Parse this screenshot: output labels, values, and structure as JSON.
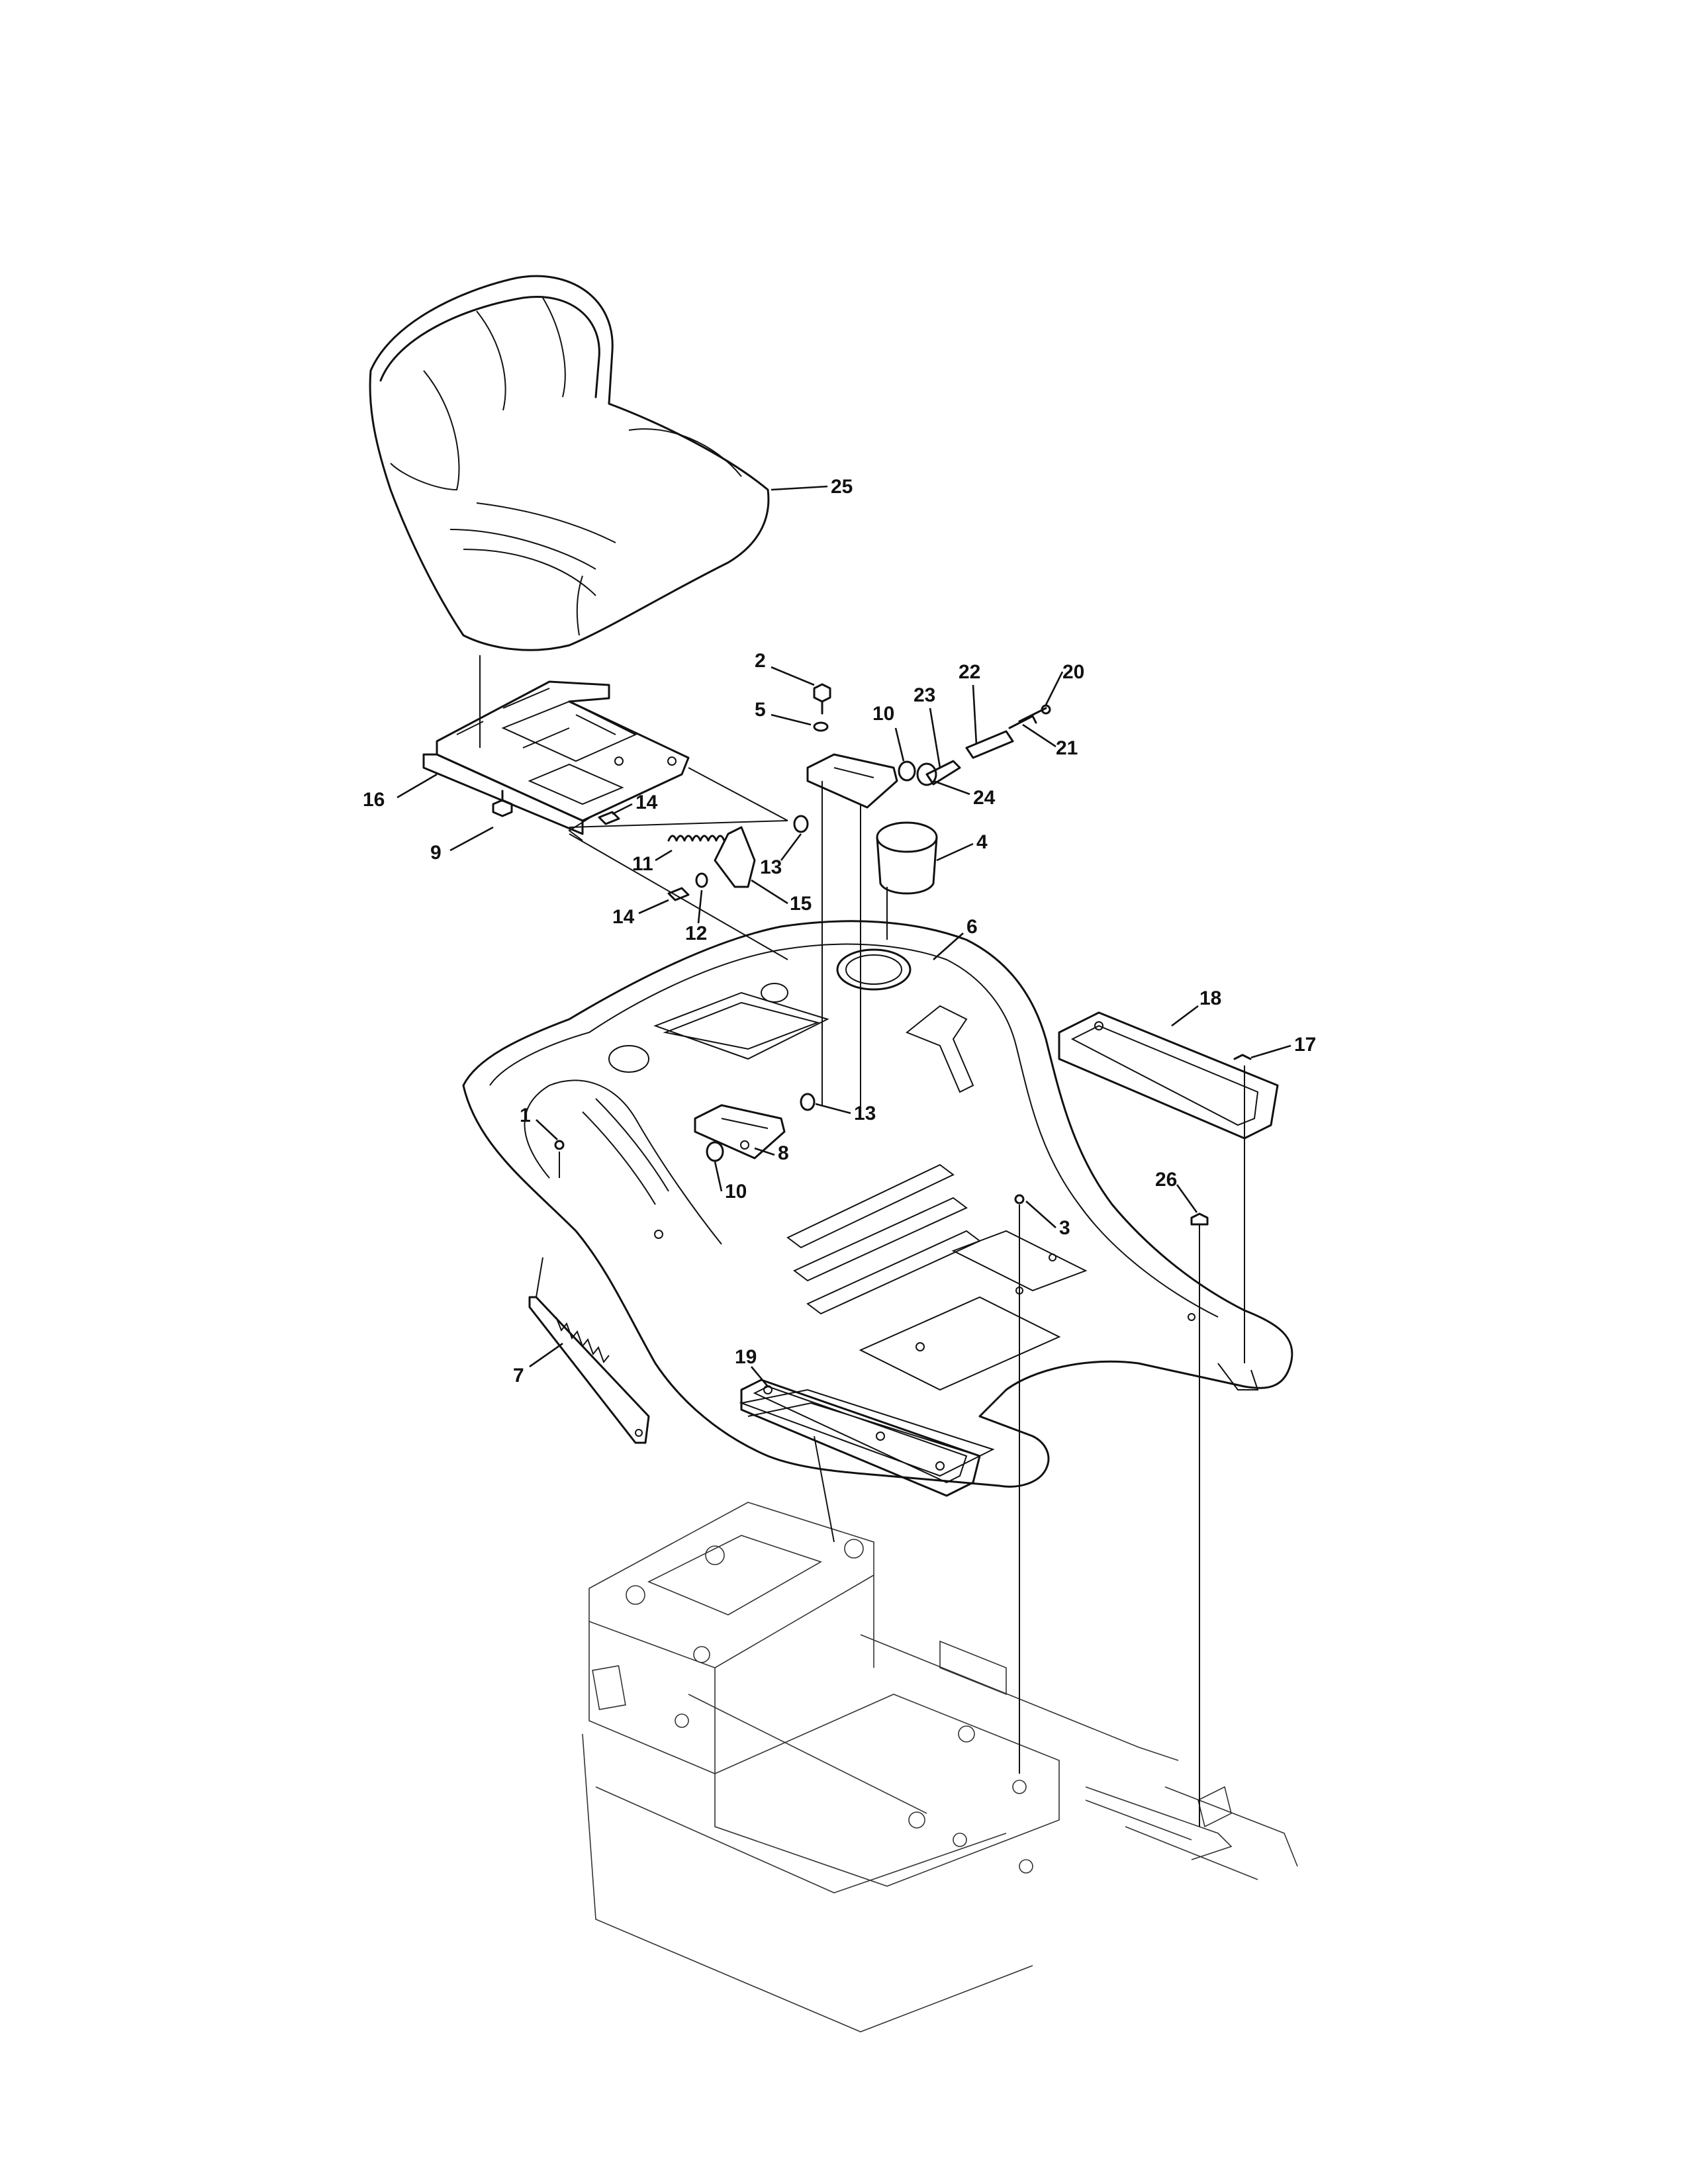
{
  "callouts": [
    "1",
    "2",
    "3",
    "4",
    "5",
    "6",
    "7",
    "8",
    "9",
    "10",
    "10",
    "11",
    "12",
    "13",
    "13",
    "14",
    "14",
    "15",
    "16",
    "17",
    "18",
    "19",
    "20",
    "21",
    "22",
    "23",
    "24",
    "25",
    "26"
  ]
}
